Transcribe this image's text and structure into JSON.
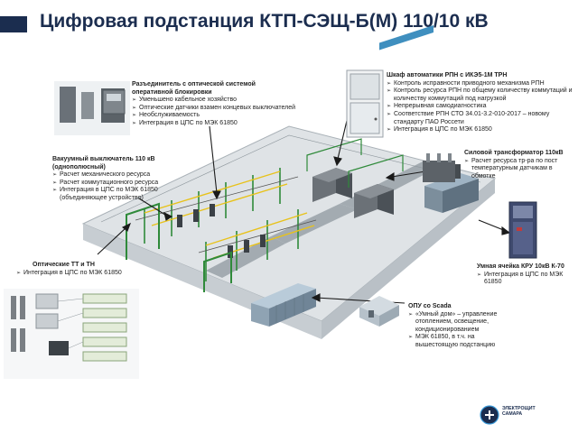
{
  "title": "Цифровая подстанция КТП-СЭЩ-Б(М) 110/10 кВ",
  "callouts": {
    "disconnector": {
      "title": "Разъединитель с оптической системой оперативной блокировки",
      "items": [
        "Уменьшено кабельное хозяйство",
        "Оптические датчики взамен концевых выключателей",
        "Необслуживаемость",
        "Интеграция в ЦПС по МЭК 61850"
      ]
    },
    "rpn": {
      "title": "Шкаф автоматики РПН с ИКЭ5-1М ТРН",
      "items": [
        "Контроль исправности приводного механизма РПН",
        "Контроль ресурса РПН по общему количеству коммутаций и количеству коммутаций под нагрузкой",
        "Непрерывная самодиагностика",
        "Соответствие РПН СТО 34.01-3.2-010-2017 – новому стандарту ПАО Россети",
        "Интеграция в ЦПС по МЭК 61850"
      ]
    },
    "vacuum_breaker": {
      "title": "Вакуумный выключатель 110 кВ (однополюсный)",
      "items": [
        "Расчет механического ресурса",
        "Расчет коммутационного ресурса",
        "Интеграция в ЦПС по МЭК 61850 (объединяющее устройство)"
      ]
    },
    "transformer": {
      "title": "Силовой трансформатор 110кВ",
      "items": [
        "Расчет ресурса тр-ра по пост температурным датчикам в обмотке"
      ]
    },
    "optical_ct": {
      "title": "Оптические ТТ и ТН",
      "items": [
        "Интеграция в ЦПС по МЭК 61850"
      ]
    },
    "smart_cell": {
      "title": "Умная ячейка КРУ 10кВ К-70",
      "items": [
        "Интеграция в ЦПС по МЭК 61850"
      ]
    },
    "opu": {
      "title": "ОПУ со Scada",
      "items": [
        "«Умный дом» – управление отоплением, освещение, кондиционированием",
        "МЭК 61850, в т.ч. на вышестоящую подстанцию"
      ]
    }
  },
  "logo": {
    "name": "ЭЛЕКТРОЩИТ САМАРА",
    "colors": {
      "brand": "#1b2d4f",
      "accent": "#3b9ad9"
    }
  },
  "colors": {
    "platform_top": "#dfe3e6",
    "platform_side": "#b9c0c6",
    "road": "#9aa3a9",
    "steel": "#2f8a3a",
    "busbar": "#e8c21a",
    "title": "#1b2d4f"
  }
}
